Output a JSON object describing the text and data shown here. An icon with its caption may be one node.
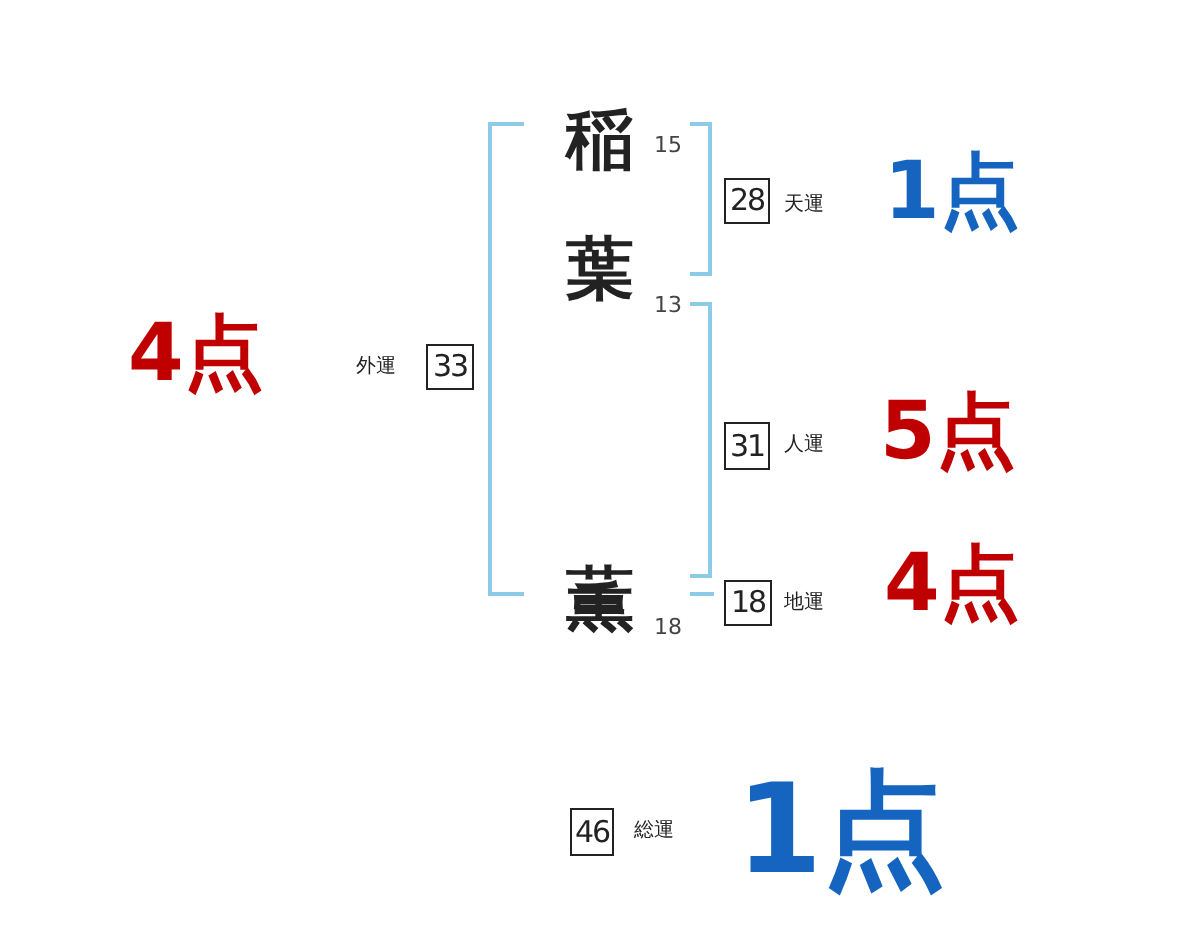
{
  "diagram": {
    "nodes": [
      {
        "text": [
          "28"
        ],
        "beside": [
          "天運",
          "1点"
        ]
      },
      {
        "text": [
          "33"
        ],
        "beside": [
          "外運",
          "4点"
        ]
      },
      {
        "text": [
          "31"
        ],
        "beside": [
          "人運",
          "5点"
        ]
      },
      {
        "text": [
          "18"
        ],
        "beside": [
          "地運",
          "4点"
        ]
      },
      {
        "text": [
          "46"
        ],
        "beside": [
          "総運",
          "1点"
        ]
      }
    ],
    "labels": [
      "稲",
      "15",
      "葉",
      "13",
      "薫",
      "18"
    ]
  }
}
